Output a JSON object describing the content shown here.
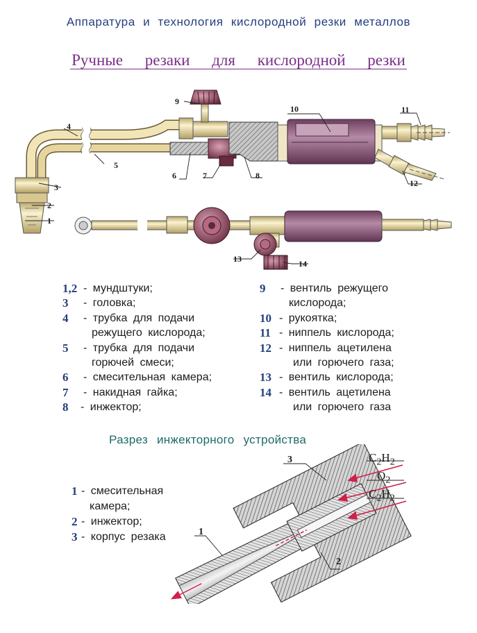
{
  "header": "Аппаратура и технология кислородной резки металлов",
  "subtitle": "Ручные резаки для кислородной резки",
  "callouts": [
    "1",
    "2",
    "3",
    "4",
    "5",
    "6",
    "7",
    "8",
    "9",
    "10",
    "11",
    "12",
    "13",
    "14"
  ],
  "legend_left": [
    {
      "num": "1,2",
      "text": "- мундштуки;"
    },
    {
      "num": "3",
      "text": "- головка;"
    },
    {
      "num": "4",
      "text": "- трубка  для  подачи"
    },
    {
      "num": "",
      "text": "режущего  кислорода;"
    },
    {
      "num": "5",
      "text": "- трубка  для  подачи"
    },
    {
      "num": "",
      "text": "горючей  смеси;"
    },
    {
      "num": "6",
      "text": "- смесительная  камера;"
    },
    {
      "num": "7",
      "text": "- накидная  гайка;"
    },
    {
      "num": "8",
      "text": "- инжектор;"
    }
  ],
  "legend_right": [
    {
      "num": "9",
      "text": "- вентиль  режущего"
    },
    {
      "num": "",
      "text": "кислорода;"
    },
    {
      "num": "10",
      "text": "- рукоятка;"
    },
    {
      "num": "11",
      "text": "- ниппель  кислорода;"
    },
    {
      "num": "12",
      "text": "- ниппель  ацетилена"
    },
    {
      "num": "",
      "text": "или  горючего  газа;"
    },
    {
      "num": "13",
      "text": "- вентиль  кислорода;"
    },
    {
      "num": "14",
      "text": "- вентиль  ацетилена"
    },
    {
      "num": "",
      "text": "или  горючего  газа"
    }
  ],
  "section": {
    "title": "Разрез  инжекторного  устройства",
    "legend": [
      {
        "num": "1",
        "text": "- смесительная"
      },
      {
        "num": "",
        "text": "камера;"
      },
      {
        "num": "2",
        "text": "- инжектор;"
      },
      {
        "num": "3",
        "text": "- корпус  резака"
      }
    ],
    "gases": [
      {
        "main": "C",
        "sub1": "2",
        "mid": "H",
        "sub2": "2"
      },
      {
        "main": "O",
        "sub1": "",
        "mid": "",
        "sub2": "2"
      },
      {
        "main": "C",
        "sub1": "2",
        "mid": "H",
        "sub2": "2"
      }
    ],
    "labels": [
      "1",
      "2",
      "3"
    ]
  },
  "colors": {
    "brass": "#e8d7a0",
    "handle": "#8a5a7a",
    "knob": "#7a3a4a",
    "arrow": "#d0204a",
    "title": "#243f7c",
    "subtitle": "#7a2d88"
  }
}
